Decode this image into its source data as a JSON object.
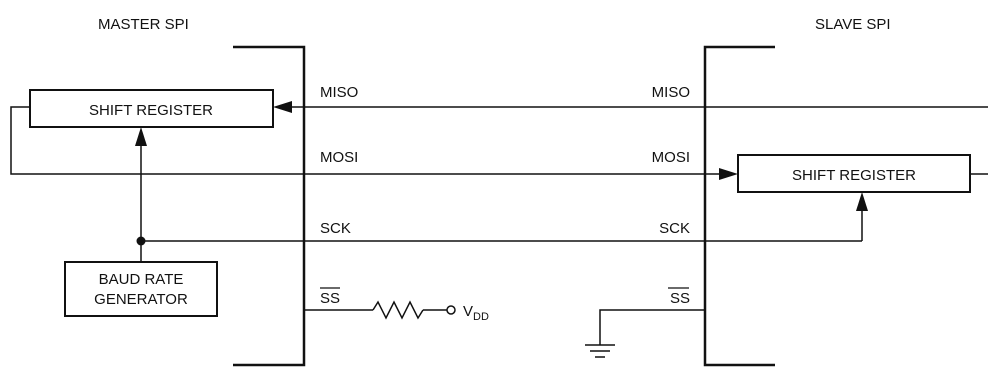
{
  "master": {
    "title": "MASTER SPI",
    "shift_register": "SHIFT REGISTER",
    "baud_line1": "BAUD RATE",
    "baud_line2": "GENERATOR",
    "pins": {
      "miso": "MISO",
      "mosi": "MOSI",
      "sck": "SCK",
      "ss": "SS"
    },
    "supply": "V",
    "supply_sub": "DD"
  },
  "slave": {
    "title": "SLAVE SPI",
    "shift_register": "SHIFT REGISTER",
    "pins": {
      "miso": "MISO",
      "mosi": "MOSI",
      "sck": "SCK",
      "ss": "SS"
    }
  }
}
